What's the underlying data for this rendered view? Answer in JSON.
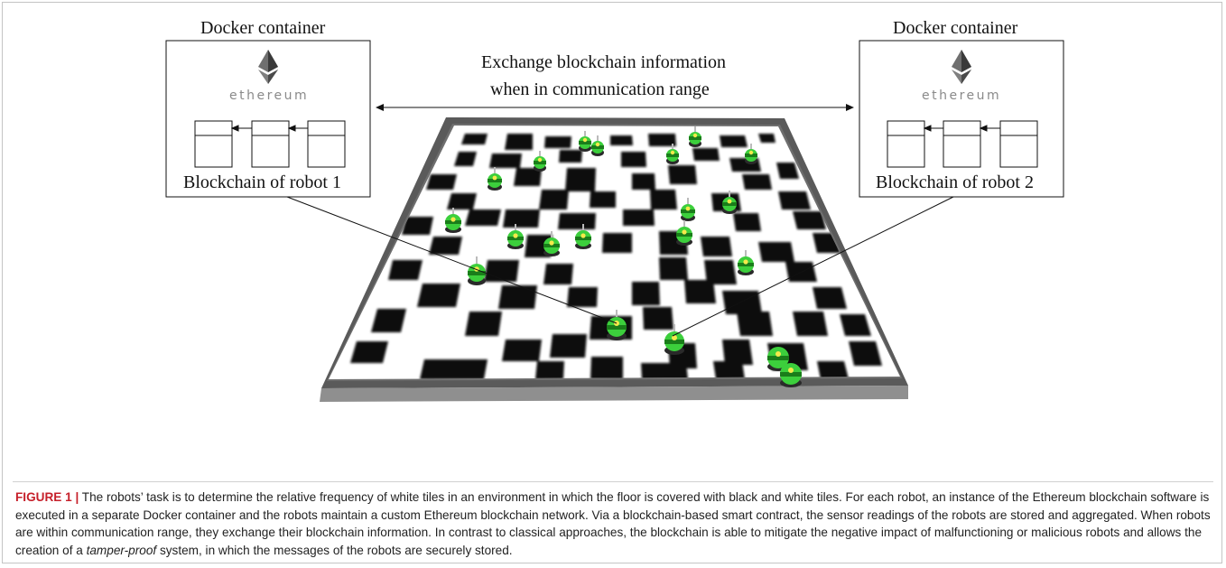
{
  "figure": {
    "left_container_title": "Docker container",
    "right_container_title": "Docker container",
    "left_eth_wordmark": "ethereum",
    "right_eth_wordmark": "ethereum",
    "left_chain_label": "Blockchain of robot 1",
    "right_chain_label": "Blockchain of robot 2",
    "exchange_line1": "Exchange blockchain information",
    "exchange_line2": "when in communication range",
    "icons": [
      "ethereum-logo-icon",
      "robot-icon"
    ]
  },
  "caption": {
    "label": "FIGURE 1 |",
    "part1": " The robots’ task is to determine the relative frequency of white tiles in an environment in which the floor is covered with black and white tiles. For each robot, an instance of the Ethereum blockchain software is executed in a separate Docker container and the robots maintain a custom Ethereum blockchain network. Via a blockchain-based smart contract, the sensor readings of the robots are stored and aggregated. When robots are within communication range, they exchange their blockchain information. In contrast to classical approaches, the blockchain is able to mitigate the negative impact of malfunctioning or malicious robots and allows the creation of a ",
    "emphasis": "tamper-proof",
    "part2": " system, in which the messages of the robots are securely stored."
  }
}
